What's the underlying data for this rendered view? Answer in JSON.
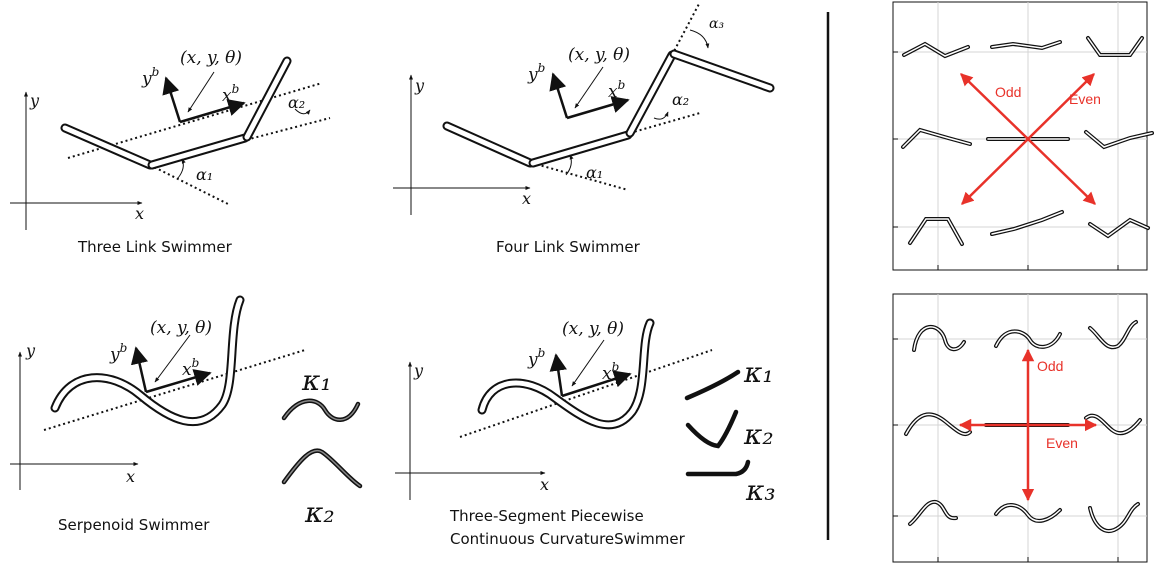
{
  "captions": {
    "three_link": "Three Link Swimmer",
    "four_link": "Four Link Swimmer",
    "serpenoid": "Serpenoid Swimmer",
    "piecewise_line1": "Three-Segment Piecewise",
    "piecewise_line2": "Continuous CurvatureSwimmer"
  },
  "math": {
    "x": "x",
    "y": "y",
    "xb": "x",
    "yb": "y",
    "b": "b",
    "pose": "(x, y, θ)",
    "alpha1": "α₁",
    "alpha2": "α₂",
    "alpha3": "α₃",
    "kappa1": "κ₁",
    "kappa2": "κ₂",
    "kappa3": "κ₃"
  },
  "symmetry_labels": {
    "top_odd": "Odd",
    "top_even": "Even",
    "bottom_odd": "Odd",
    "bottom_even": "Even"
  },
  "colors": {
    "arrow": "#e8322a",
    "ink": "#111111",
    "grid": "#cfcfcf"
  }
}
